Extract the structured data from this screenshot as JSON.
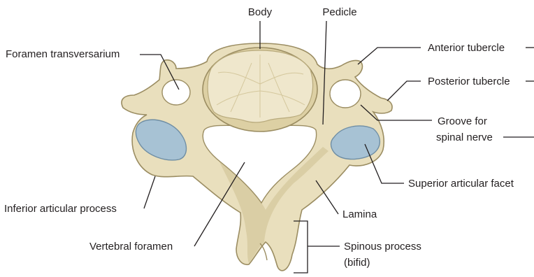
{
  "colors": {
    "bone": "#e9dfbd",
    "bone_shadow": "#cdbf92",
    "outline": "#9b8d62",
    "body_surface": "#efe7cc",
    "cartilage": "#a7c2d4",
    "leader_line": "#231f20",
    "text": "#231f20"
  },
  "labels": {
    "body": "Body",
    "pedicle": "Pedicle",
    "foramen_transversarium": "Foramen transversarium",
    "anterior_tubercle": "Anterior tubercle",
    "posterior_tubercle": "Posterior tubercle",
    "groove_line1": "Groove for",
    "groove_line2": "spinal nerve",
    "superior_articular_facet": "Superior articular facet",
    "inferior_articular_process": "Inferior articular process",
    "lamina": "Lamina",
    "vertebral_foramen": "Vertebral foramen",
    "spinous_line1": "Spinous process",
    "spinous_line2": "(bifid)"
  },
  "icons": {
    "vertebra": "cervical-vertebra-superior-view"
  }
}
